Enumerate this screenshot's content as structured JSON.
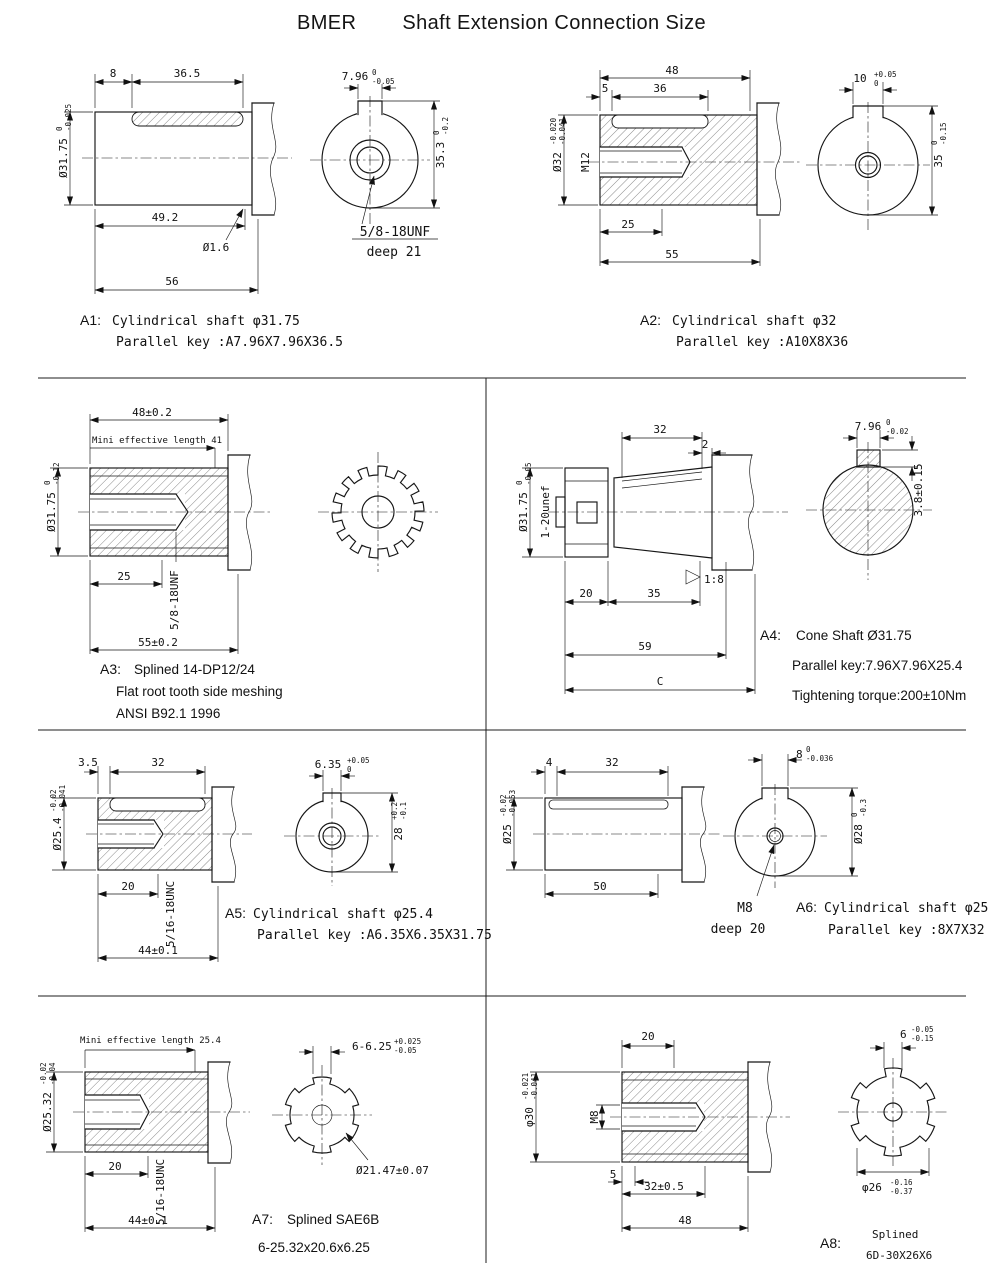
{
  "title": {
    "brand": "BMER",
    "text": "Shaft Extension Connection Size"
  },
  "a1": {
    "d8": "8",
    "d36_5": "36.5",
    "key": {
      "v": "7.96",
      "u": "0",
      "l": "-0.05"
    },
    "dia": {
      "v": "Ø31.75",
      "u": "0",
      "l": "-0.025"
    },
    "d49_2": "49.2",
    "d1_6": "Ø1.6",
    "d56": "56",
    "h": {
      "v": "35.3",
      "u": "0",
      "l": "-0.2"
    },
    "thread": "5/8-18UNF",
    "depth": "deep 21",
    "label": "A1:",
    "cap1": "Cylindrical shaft φ31.75",
    "cap2": "Parallel key :A7.96X7.96X36.5"
  },
  "a2": {
    "d48": "48",
    "d5": "5",
    "d36": "36",
    "key": {
      "v": "10",
      "u": "+0.05",
      "l": "0"
    },
    "dia": {
      "v": "Ø32",
      "u": "-0.020",
      "l": "-0.041"
    },
    "thread": "M12",
    "h": {
      "v": "35",
      "u": "0",
      "l": "-0.15"
    },
    "d25": "25",
    "d55": "55",
    "label": "A2:",
    "cap1": "Cylindrical shaft φ32",
    "cap2": "Parallel key :A10X8X36"
  },
  "a3": {
    "d48": "48±0.2",
    "minlen": "Mini effective length 41",
    "dia": {
      "v": "Ø31.75",
      "u": "0",
      "l": "-0.12"
    },
    "d25": "25",
    "thread": "5/8-18UNF",
    "d55": "55±0.2",
    "label": "A3:",
    "cap1": "Splined 14-DP12/24",
    "cap2": "Flat root tooth side meshing",
    "cap3": "ANSI B92.1 1996"
  },
  "a4": {
    "d32": "32",
    "d2": "2",
    "key": {
      "v": "7.96",
      "u": "0",
      "l": "-0.02"
    },
    "dia": {
      "v": "Ø31.75",
      "u": "0",
      "l": "-0.05"
    },
    "thread": "1-20unef",
    "keyh": "3.8±0.15",
    "taper": "1:8",
    "d20": "20",
    "d35": "35",
    "d59": "59",
    "dC": "C",
    "label": "A4:",
    "cap1": "Cone Shaft Ø31.75",
    "cap2": "Parallel key:7.96X7.96X25.4",
    "cap3": "Tightening torque:200±10Nm"
  },
  "a5": {
    "d3_5": "3.5",
    "d32": "32",
    "key": {
      "v": "6.35",
      "u": "+0.05",
      "l": "0"
    },
    "dia": {
      "v": "Ø25.4",
      "u": "-0.02",
      "l": "-0.041"
    },
    "h": {
      "v": "28",
      "u": "+0.2",
      "l": "-0.1"
    },
    "d20": "20",
    "thread": "5/16-18UNC",
    "d44": "44±0.1",
    "label": "A5:",
    "cap1": "Cylindrical shaft φ25.4",
    "cap2": "Parallel key :A6.35X6.35X31.75"
  },
  "a6": {
    "d4": "4",
    "d32": "32",
    "key": {
      "v": "8",
      "u": "0",
      "l": "-0.036"
    },
    "dia": {
      "v": "Ø25",
      "u": "-0.02",
      "l": "-0.053"
    },
    "h": {
      "v": "Ø28",
      "u": "0",
      "l": "-0.3"
    },
    "d50": "50",
    "m8": "M8",
    "depth": "deep 20",
    "label": "A6:",
    "cap1": "Cylindrical shaft φ25",
    "cap2": "Parallel key :8X7X32"
  },
  "a7": {
    "minlen": "Mini effective length 25.4",
    "dia": {
      "v": "Ø25.32",
      "u": "-0.02",
      "l": "-0.04"
    },
    "key": {
      "v": "6-6.25",
      "u": "+0.025",
      "l": "-0.05"
    },
    "d20": "20",
    "thread": "5/16-18UNC",
    "d44": "44±0.1",
    "droot": "Ø21.47±0.07",
    "label": "A7:",
    "cap1": "Splined SAE6B",
    "cap2": "6-25.32x20.6x6.25"
  },
  "a8": {
    "d20": "20",
    "dia": {
      "v": "φ30",
      "u": "-0.021",
      "l": "-0.041"
    },
    "m8": "M8",
    "d5": "5",
    "d32": "32±0.5",
    "d48": "48",
    "key": {
      "v": "6",
      "u": "-0.05",
      "l": "-0.15"
    },
    "droot": {
      "v": "φ26",
      "u": "-0.16",
      "l": "-0.37"
    },
    "label": "A8:",
    "cap1": "Splined",
    "cap2": "6D-30X26X6"
  }
}
